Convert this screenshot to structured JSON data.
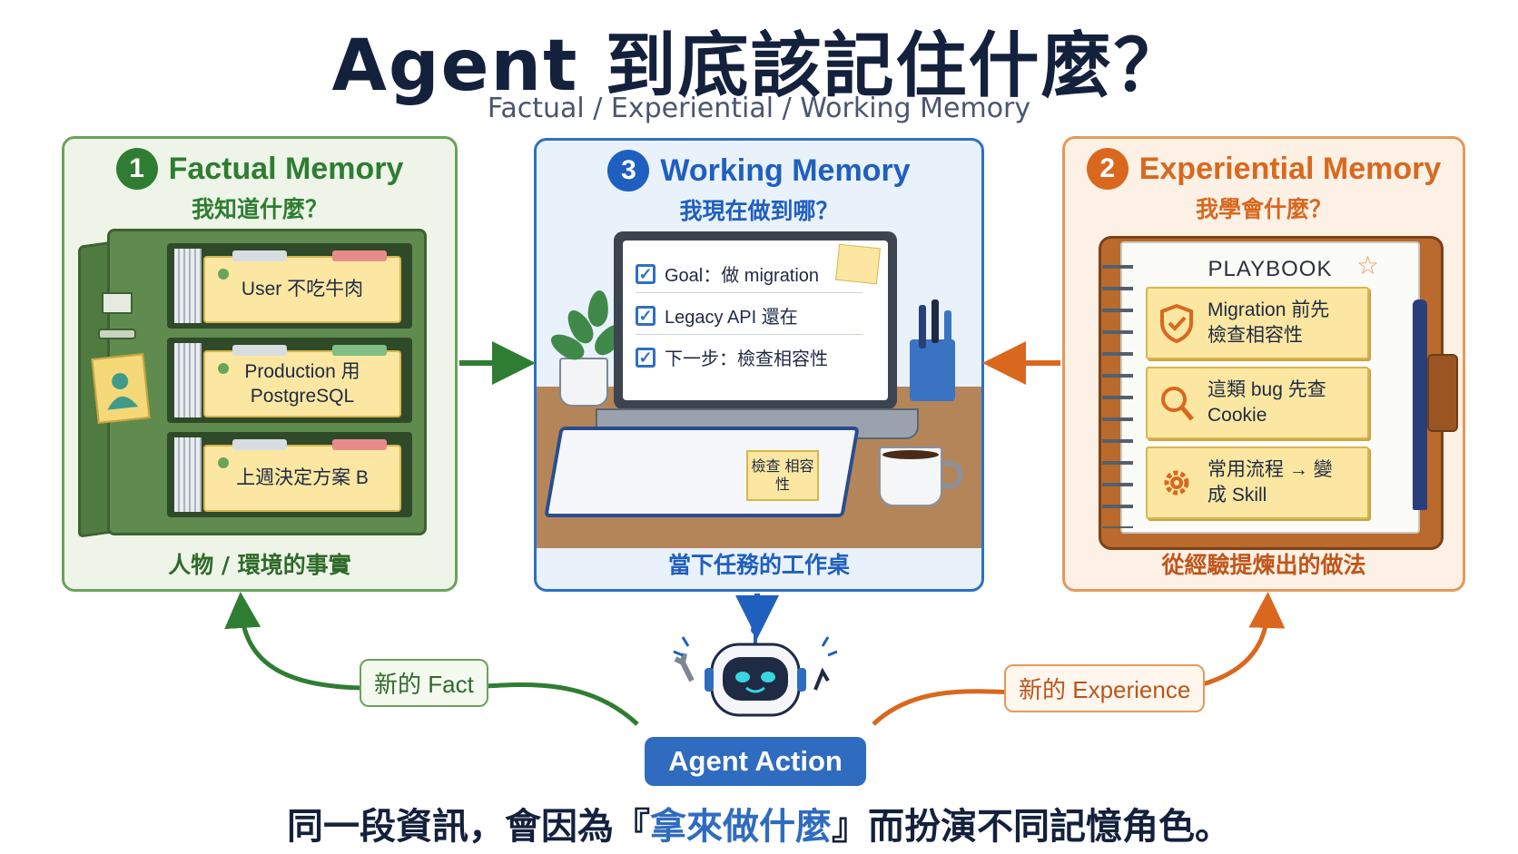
{
  "title": "Agent 到底該記住什麼？",
  "subtitle": "Factual / Experiential / Working Memory",
  "colors": {
    "factual": "#2f7d32",
    "working": "#1f5fbf",
    "experiential": "#d9681e"
  },
  "factual": {
    "number": "1",
    "title": "Factual Memory",
    "question": "我知道什麼？",
    "cards": [
      "User 不吃牛肉",
      "Production 用 PostgreSQL",
      "上週決定方案 B"
    ],
    "footer": "人物 / 環境的事實"
  },
  "working": {
    "number": "3",
    "title": "Working Memory",
    "question": "我現在做到哪？",
    "todos": [
      "Goal：做 migration",
      "Legacy API 還在",
      "下一步：檢查相容性"
    ],
    "note": "檢查 相容性",
    "footer": "當下任務的工作桌"
  },
  "experiential": {
    "number": "2",
    "title": "Experiential Memory",
    "question": "我學會什麼？",
    "playbook_title": "PLAYBOOK",
    "cards": [
      {
        "icon": "shield-check-icon",
        "text": "Migration 前先 檢查相容性"
      },
      {
        "icon": "magnifier-icon",
        "text": "這類 bug 先查 Cookie"
      },
      {
        "icon": "gear-icon",
        "text": "常用流程 → 變成 Skill"
      }
    ],
    "footer": "從經驗提煉出的做法"
  },
  "flow": {
    "new_fact": "新的 Fact",
    "new_experience": "新的 Experience",
    "agent_action": "Agent Action"
  },
  "bottom": {
    "before": "同一段資訊，會因為『",
    "highlight": "拿來做什麼",
    "after": "』而扮演不同記憶角色。"
  }
}
